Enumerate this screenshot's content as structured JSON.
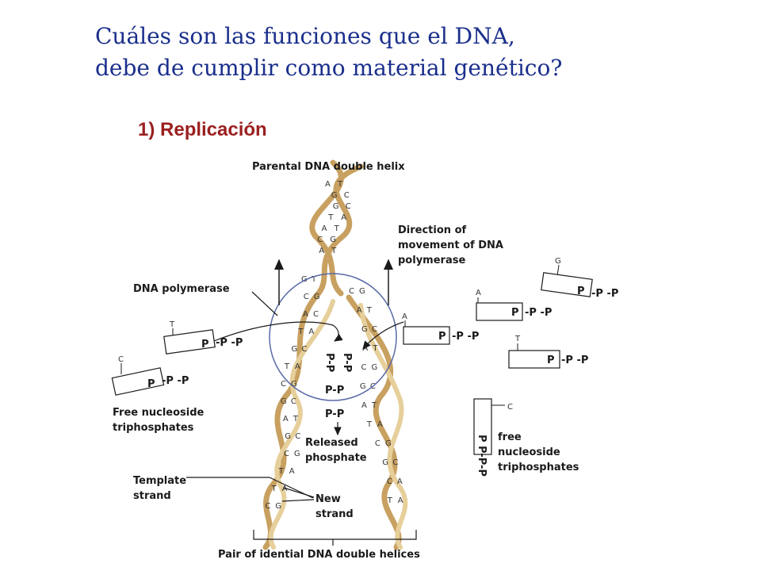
{
  "title": {
    "line1": "Cuáles son las funciones que el DNA,",
    "line2": "debe de cumplir como material genético?"
  },
  "subtitle": "1) Replicación",
  "diagram": {
    "labels": {
      "parental": "Parental DNA double helix",
      "direction_1": "Direction of",
      "direction_2": "movement of DNA",
      "direction_3": "polymerase",
      "polymerase": "DNA polymerase",
      "free_left_1": "Free nucleoside",
      "free_left_2": "triphosphates",
      "released_1": "Released",
      "released_2": "phosphate",
      "template_1": "Template",
      "template_2": "strand",
      "new_1": "New",
      "new_2": "strand",
      "free_right_1": "free",
      "free_right_2": "nucleoside",
      "free_right_3": "triphosphates",
      "pair": "Pair of idential DNA double helices"
    },
    "phosphate": {
      "p": "P",
      "pp_tail": "-P -P",
      "pp_pair": "P-P",
      "pp_vertical": "P-P",
      "pp_vertical_right": "P-P-P"
    },
    "bases": {
      "top": [
        "A",
        "T",
        "G",
        "C",
        "G",
        "C",
        "T",
        "A",
        "A",
        "T",
        "C",
        "G",
        "A",
        "T"
      ],
      "left": [
        "G",
        "T",
        "C",
        "G",
        "A",
        "C",
        "T",
        "A",
        "G",
        "C",
        "T",
        "A",
        "C",
        "G",
        "G",
        "C",
        "A",
        "T",
        "G",
        "C",
        "C",
        "G",
        "T",
        "A",
        "T",
        "A",
        "C",
        "G"
      ],
      "right": [
        "C",
        "G",
        "A",
        "T",
        "G",
        "C",
        "A",
        "T",
        "C",
        "G",
        "G",
        "C",
        "A",
        "T",
        "T",
        "A",
        "C",
        "G",
        "G",
        "C",
        "C",
        "A",
        "T",
        "A"
      ]
    },
    "nucleotides": {
      "left_1": "T",
      "left_2": "C",
      "right_a": "A",
      "right_g": "G",
      "right_a2": "A",
      "right_t": "T",
      "right_c": "C"
    },
    "colors": {
      "strand": "#c8a060",
      "strand_light": "#e6cf9a",
      "circle": "#5a6aa8",
      "line": "#1a1a1a"
    }
  }
}
